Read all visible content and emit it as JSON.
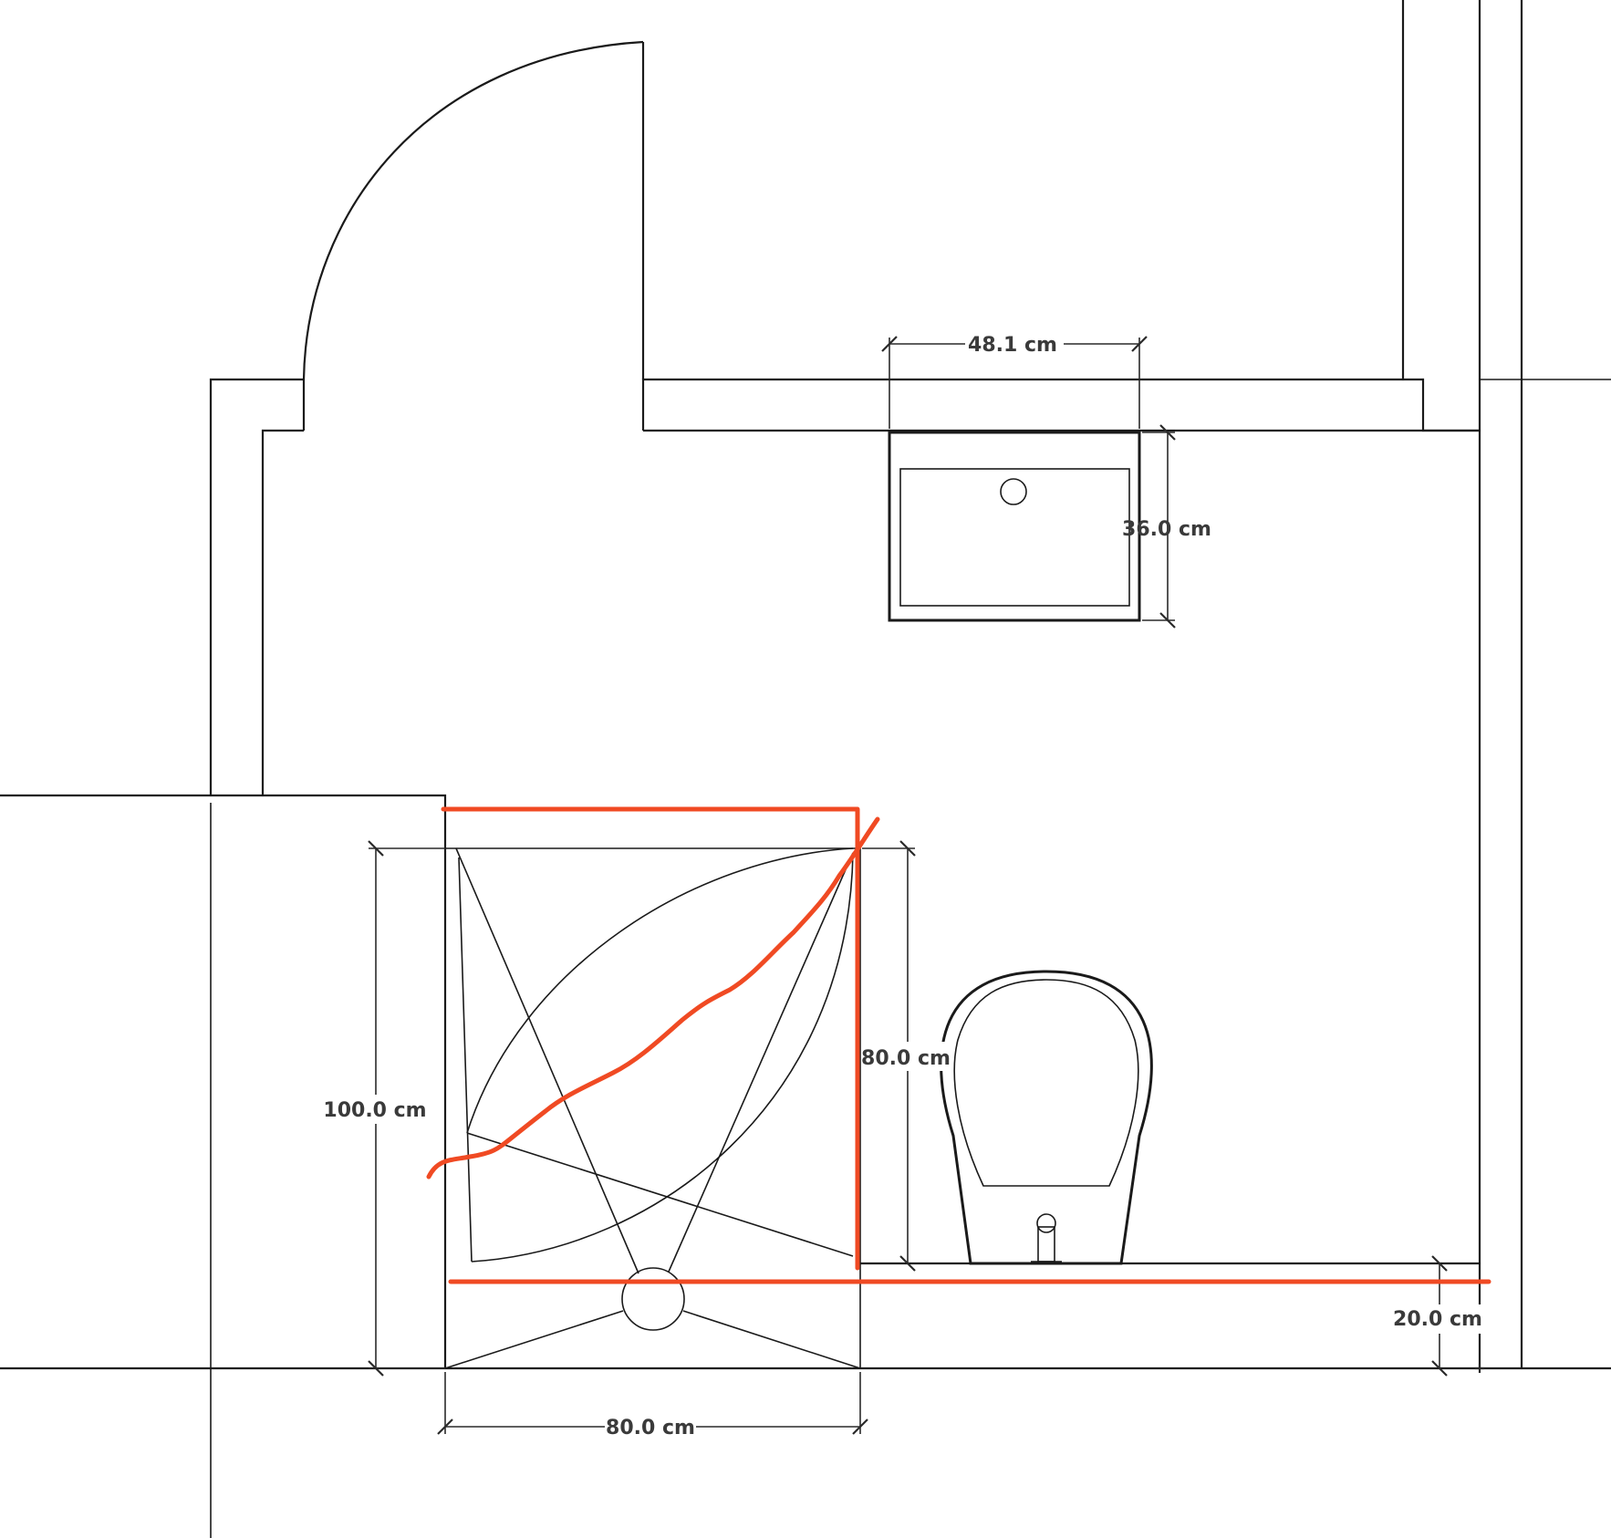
{
  "plan": {
    "dimensions": {
      "basin_width": "48.1 cm",
      "basin_depth": "36.0 cm",
      "shower_height": "100.0 cm",
      "shower_width": "80.0 cm",
      "toilet_gap": "80.0 cm",
      "step_depth": "20.0 cm"
    },
    "colors": {
      "line": "#1a1a1a",
      "markup": "#f04a23",
      "background": "#ffffff"
    },
    "elements": [
      "door",
      "basin",
      "shower-tray",
      "toilet",
      "walls"
    ]
  }
}
